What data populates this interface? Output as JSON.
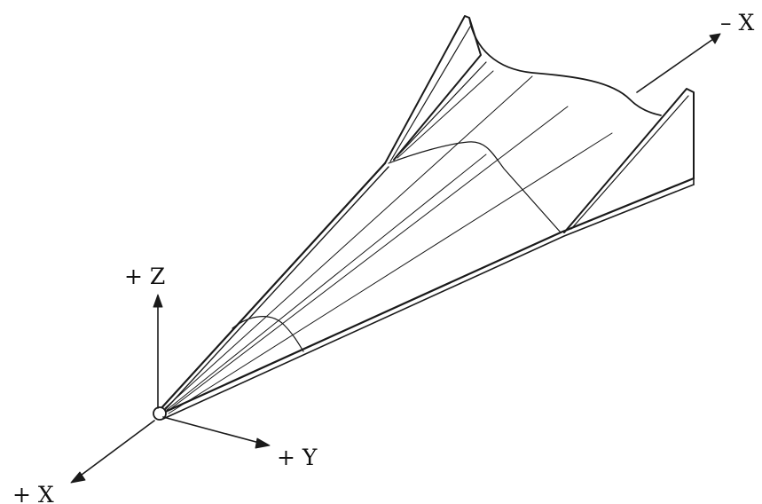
{
  "axes": {
    "neg_x_label": "– X",
    "pos_z_label": "+ Z",
    "pos_y_label": "+ Y",
    "pos_x_label": "+ X"
  },
  "colors": {
    "ink": "#1a1a1a",
    "background": "#ffffff"
  }
}
